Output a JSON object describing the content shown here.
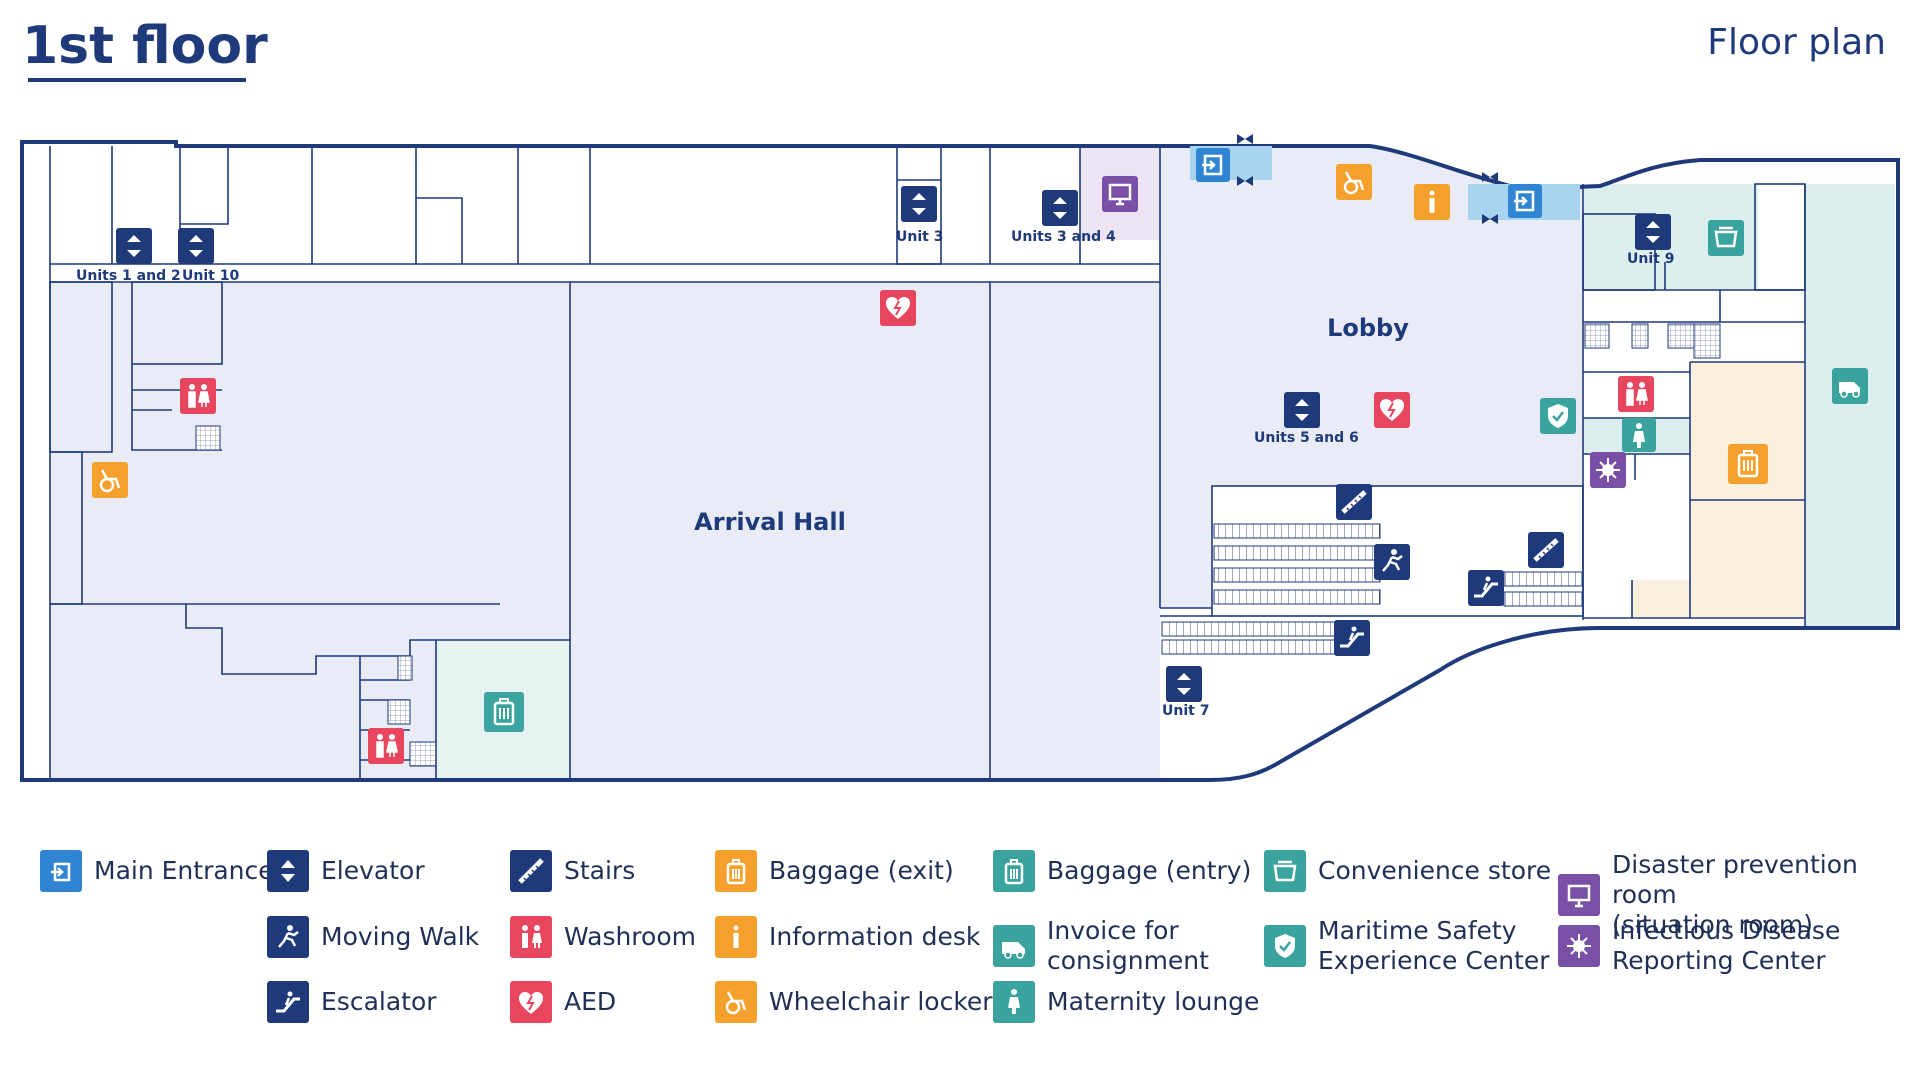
{
  "header": {
    "title": "1st floor",
    "subtitle": "Floor plan"
  },
  "colors": {
    "navy": "#1f3a7a",
    "entrance_blue": "#2f85d4",
    "washroom_red": "#e8455f",
    "orange": "#f5a02c",
    "teal": "#3aa39e",
    "purple": "#7a4fa6",
    "area_gray": "#e9ebf6",
    "area_teal": "#dcefee",
    "area_tan": "#fbefdd"
  },
  "map": {
    "rooms": {
      "arrival_hall": "Arrival Hall",
      "lobby": "Lobby"
    },
    "units": {
      "u1_2": "Units 1 and 2",
      "u10": "Unit 10",
      "u3": "Unit 3",
      "u3_4": "Units 3 and 4",
      "u5_6": "Units 5 and 6",
      "u9": "Unit 9",
      "u7": "Unit 7"
    }
  },
  "legend": [
    {
      "icon": "main-entrance-icon",
      "label": "Main Entrance"
    },
    {
      "icon": "elevator-icon",
      "label": "Elevator"
    },
    {
      "icon": "moving-walk-icon",
      "label": "Moving Walk"
    },
    {
      "icon": "escalator-icon",
      "label": "Escalator"
    },
    {
      "icon": "stairs-icon",
      "label": "Stairs"
    },
    {
      "icon": "washroom-icon",
      "label": "Washroom"
    },
    {
      "icon": "aed-icon",
      "label": "AED"
    },
    {
      "icon": "baggage-exit-icon",
      "label": "Baggage (exit)"
    },
    {
      "icon": "information-desk-icon",
      "label": "Information desk"
    },
    {
      "icon": "wheelchair-locker-icon",
      "label": "Wheelchair locker"
    },
    {
      "icon": "baggage-entry-icon",
      "label": "Baggage (entry)"
    },
    {
      "icon": "invoice-consignment-icon",
      "label": "Invoice for\nconsignment"
    },
    {
      "icon": "maternity-lounge-icon",
      "label": "Maternity lounge"
    },
    {
      "icon": "convenience-store-icon",
      "label": "Convenience store"
    },
    {
      "icon": "maritime-safety-icon",
      "label": "Maritime Safety\nExperience Center"
    },
    {
      "icon": "disaster-prevention-icon",
      "label": "Disaster prevention room\n(situation room)"
    },
    {
      "icon": "infectious-disease-icon",
      "label": "Infectious Disease\nReporting Center"
    }
  ]
}
